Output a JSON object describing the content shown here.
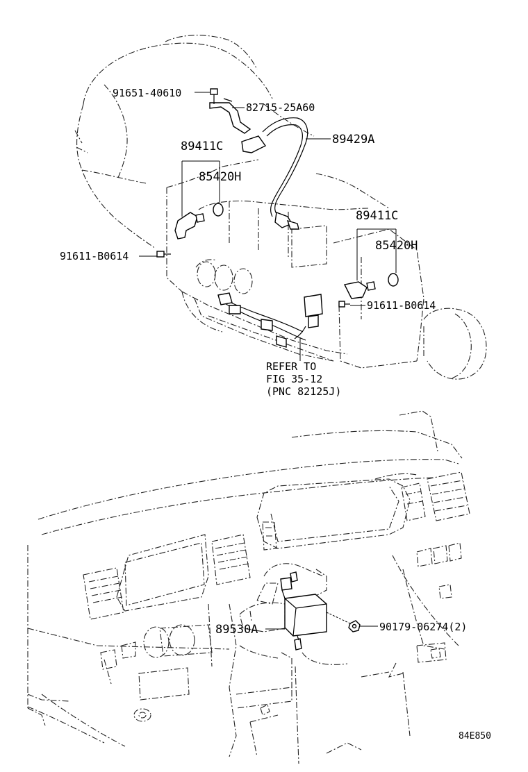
{
  "diagram": {
    "upper_labels": {
      "bolt_top": "91651-40610",
      "bracket": "82715-25A60",
      "wire_harness": "89429A",
      "sensor_left": "89411C",
      "oring_left": "85420H",
      "bolt_left": "91611-B0614",
      "sensor_right": "89411C",
      "oring_right": "85420H",
      "bolt_right": "91611-B0614"
    },
    "refer_note": {
      "line1": "REFER TO",
      "line2": "FIG 35-12",
      "line3": "(PNC 82125J)"
    },
    "lower_labels": {
      "computer": "89530A",
      "nut": "90179-06274(2)"
    },
    "figure_code": "84E850"
  }
}
